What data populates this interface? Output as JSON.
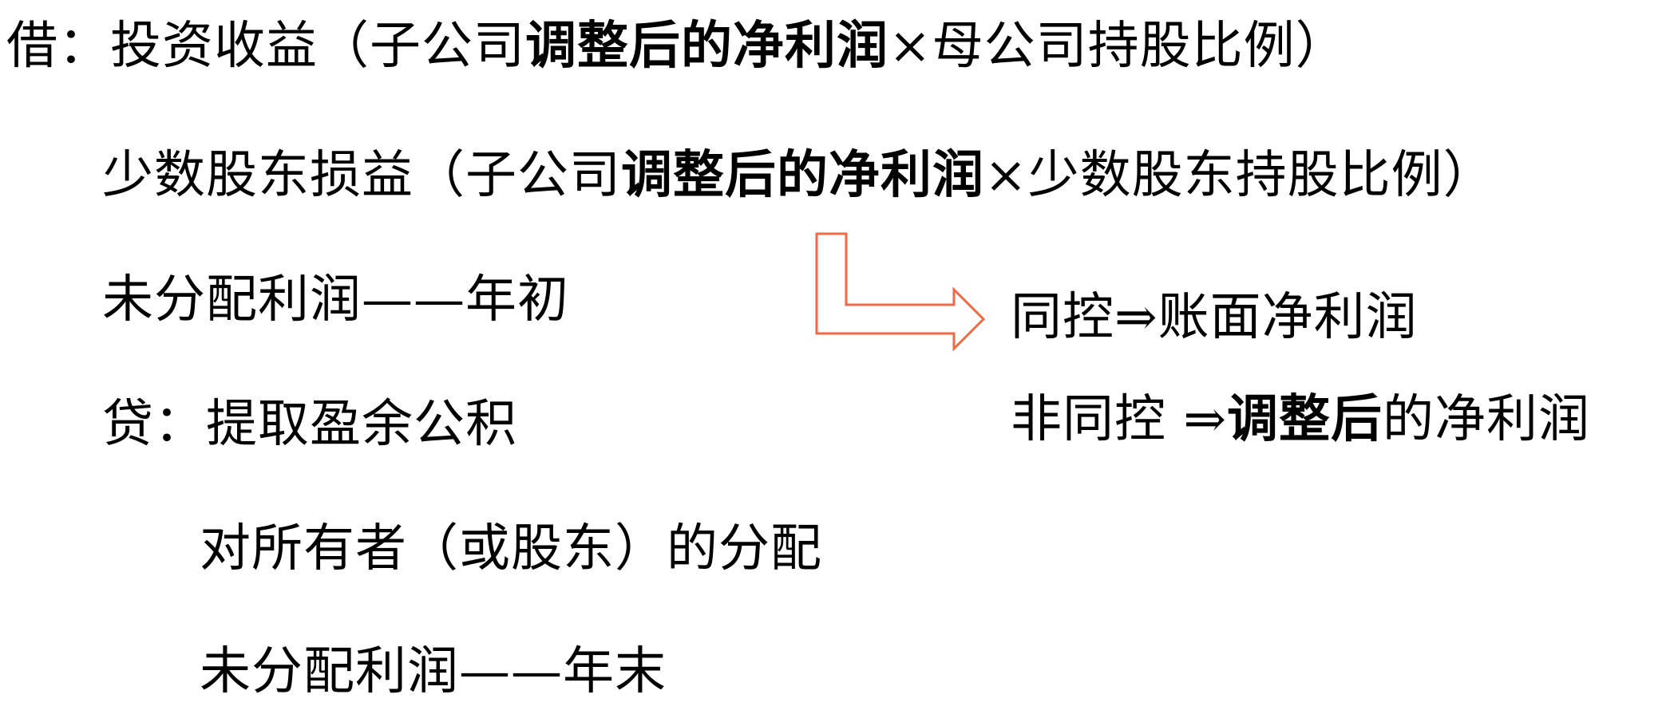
{
  "journal_entry": {
    "debit_prefix": "借：",
    "credit_prefix": "贷：",
    "lines": [
      {
        "id": "investment-income",
        "parts": [
          {
            "text": "借：",
            "bold": false
          },
          {
            "text": "投资收益（子公司",
            "bold": false
          },
          {
            "text": "调整后的净利润",
            "bold": true
          },
          {
            "text": "×母公司持股比例）",
            "bold": false
          }
        ]
      },
      {
        "id": "minority-interest",
        "parts": [
          {
            "text": "少数股东损益（子公司",
            "bold": false
          },
          {
            "text": "调整后的净利润",
            "bold": true
          },
          {
            "text": "×少数股东持股比例）",
            "bold": false
          }
        ]
      },
      {
        "id": "retained-earnings-beginning",
        "parts": [
          {
            "text": "未分配利润——年初",
            "bold": false
          }
        ]
      },
      {
        "id": "surplus-reserve",
        "parts": [
          {
            "text": "贷：",
            "bold": false
          },
          {
            "text": "提取盈余公积",
            "bold": false
          }
        ]
      },
      {
        "id": "distribution-to-owners",
        "parts": [
          {
            "text": "对所有者（或股东）的分配",
            "bold": false
          }
        ]
      },
      {
        "id": "retained-earnings-ending",
        "parts": [
          {
            "text": "未分配利润——年末",
            "bold": false
          }
        ]
      }
    ]
  },
  "notes": {
    "same_control": {
      "parts": [
        {
          "text": "同控⇒账面净利润",
          "bold": false
        }
      ]
    },
    "non_same_control": {
      "parts": [
        {
          "text": "非同控 ⇒",
          "bold": false
        },
        {
          "text": "调整后",
          "bold": true
        },
        {
          "text": "的净利润",
          "bold": false
        }
      ]
    }
  },
  "arrow": {
    "icon": "elbow-arrow-right-icon",
    "stroke_color": "#f06a45",
    "fill_color": "#ffffff"
  }
}
